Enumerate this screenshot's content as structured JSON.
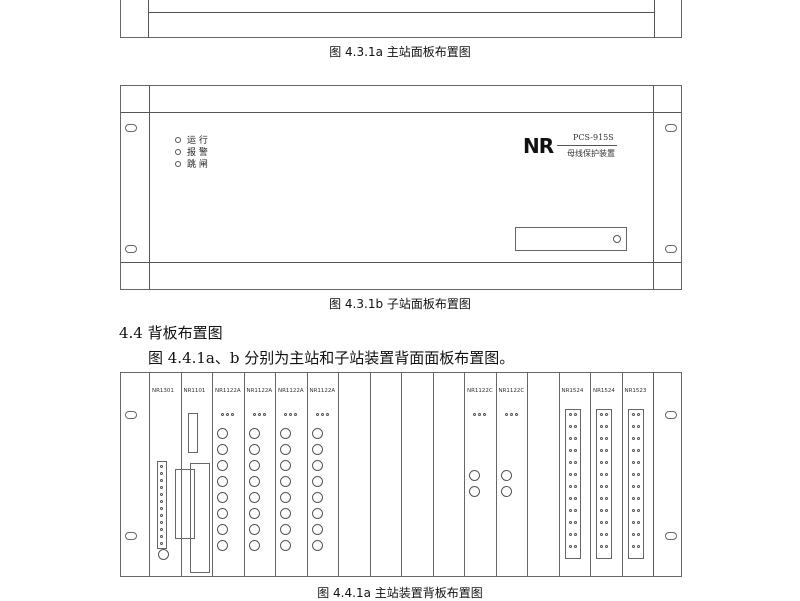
{
  "captions": {
    "fig_431a": "图 4.3.1a  主站面板布置图",
    "fig_431b": "图 4.3.1b  子站面板布置图",
    "fig_441a": "图 4.4.1a  主站装置背板布置图"
  },
  "section": {
    "heading": "4.4 背板布置图",
    "paragraph": "图 4.4.1a、b 分别为主站和子站装置背面面板布置图。"
  },
  "substation_panel": {
    "indicators": [
      "运  行",
      "报  警",
      "跳  闸"
    ],
    "logo": "NR",
    "model": "PCS-915S",
    "device_name": "母线保护装置"
  },
  "rear_panel": {
    "slots": [
      {
        "label": "NR1301"
      },
      {
        "label": "NR1101"
      },
      {
        "label": "NR1122A"
      },
      {
        "label": "NR1122A"
      },
      {
        "label": "NR1122A"
      },
      {
        "label": "NR1122A"
      },
      {
        "label": ""
      },
      {
        "label": ""
      },
      {
        "label": ""
      },
      {
        "label": ""
      },
      {
        "label": "NR1122C"
      },
      {
        "label": "NR1122C"
      },
      {
        "label": ""
      },
      {
        "label": "NR1524"
      },
      {
        "label": "NR1524"
      },
      {
        "label": "NR1523"
      }
    ]
  }
}
